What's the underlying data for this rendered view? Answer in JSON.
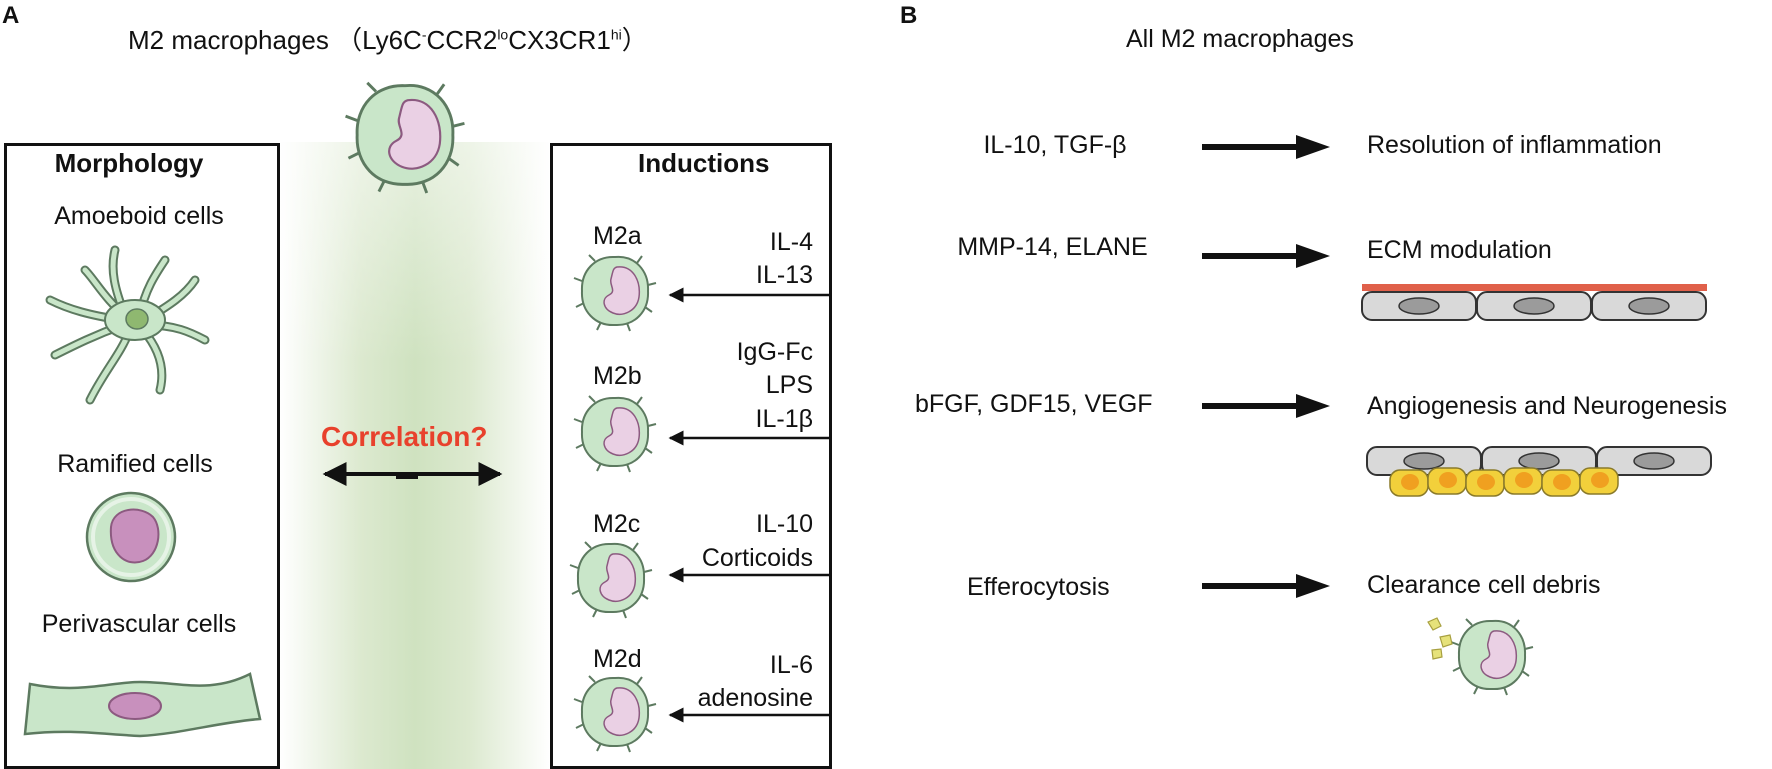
{
  "panel_a": {
    "letter": "A",
    "title_main": "M2 macrophages （Ly6C",
    "title_sup1": "-",
    "title_mid1": "CCR2",
    "title_sup2": "lo",
    "title_mid2": "CX3CR1",
    "title_sup3": "hi",
    "title_end": "）",
    "morphology": {
      "heading": "Morphology",
      "items": [
        "Amoeboid cells",
        "Ramified cells",
        "Perivascular cells"
      ]
    },
    "correlation_label": "Correlation?",
    "inductions": {
      "heading": "Inductions",
      "rows": [
        {
          "subtype": "M2a",
          "line1": "IL-4",
          "line2": "IL-13",
          "line3": ""
        },
        {
          "subtype": "M2b",
          "line1": "IgG-Fc",
          "line2": "LPS",
          "line3": "IL-1β"
        },
        {
          "subtype": "M2c",
          "line1": "IL-10",
          "line2": "Corticoids",
          "line3": ""
        },
        {
          "subtype": "M2d",
          "line1": "IL-6",
          "line2": "adenosine",
          "line3": ""
        }
      ]
    }
  },
  "panel_b": {
    "letter": "B",
    "title": "All M2 macrophages",
    "rows": [
      {
        "cause": "IL-10, TGF-β",
        "effect": "Resolution of inflammation"
      },
      {
        "cause": "MMP-14, ELANE",
        "effect": "ECM modulation"
      },
      {
        "cause": "bFGF, GDF15, VEGF",
        "effect": "Angiogenesis and Neurogenesis"
      },
      {
        "cause": "Efferocytosis",
        "effect": "Clearance cell debris"
      }
    ]
  },
  "colors": {
    "cell_fill": "#c9e6c9",
    "cell_outline": "#6f8f72",
    "nucleus_fill": "#e9c3dc",
    "nucleus_dark": "#b06c9c",
    "glow": "#d8e8c8",
    "correlation_red": "#e8412c",
    "ecm_red": "#e0604a",
    "endothelial_fill": "#d9d9d9",
    "neural_yellow": "#f2d03b",
    "neural_orange": "#f0a020"
  }
}
